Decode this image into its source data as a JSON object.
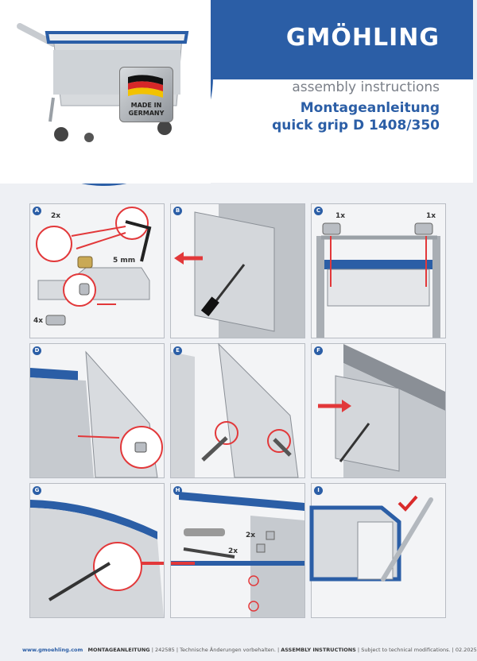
{
  "brand": {
    "name": "GMÖHLING",
    "badge": [
      "MADE IN",
      "GERMANY"
    ]
  },
  "heading": {
    "subtitle": "assembly instructions",
    "title": "Montageanleitung",
    "product": "quick grip D 1408/350"
  },
  "steps": [
    {
      "id": "A",
      "notes": [
        "2x",
        "5 mm",
        "4x"
      ]
    },
    {
      "id": "B",
      "notes": []
    },
    {
      "id": "C",
      "notes": [
        "1x",
        "1x"
      ]
    },
    {
      "id": "D",
      "notes": []
    },
    {
      "id": "E",
      "notes": []
    },
    {
      "id": "F",
      "notes": []
    },
    {
      "id": "G",
      "notes": []
    },
    {
      "id": "H",
      "notes": [
        "2x",
        "2x"
      ]
    },
    {
      "id": "I",
      "notes": []
    }
  ],
  "footer": {
    "url": "www.gmoehling.com",
    "label_de": "MONTAGEANLEITUNG",
    "number": "242585",
    "text_de": "Technische Änderungen vorbehalten.",
    "label_en": "ASSEMBLY INSTRUCTIONS",
    "text_en": "Subject to technical modifications.",
    "date": "02.2025"
  },
  "colors": {
    "brand_blue": "#2b5ea6",
    "arrow_red": "#e2383a",
    "check_red": "#d92b2b"
  }
}
